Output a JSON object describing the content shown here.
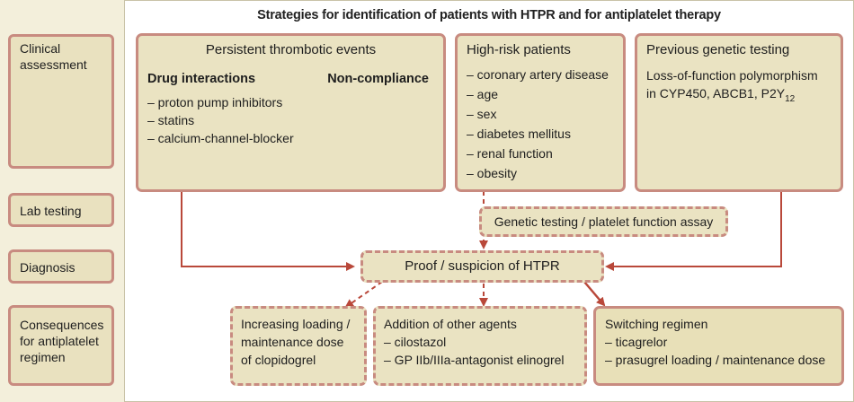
{
  "title": "Strategies for identification of patients with HTPR and for antiplatelet therapy",
  "sidebar": {
    "clinical_l1": "Clinical",
    "clinical_l2": "assessment",
    "lab": "Lab testing",
    "diagnosis": "Diagnosis",
    "consequences_l1": "Consequences",
    "consequences_l2": "for antiplatelet",
    "consequences_l3": "regimen"
  },
  "thrombotic": {
    "heading": "Persistent thrombotic events",
    "drug_interactions": "Drug interactions",
    "non_compliance": "Non-compliance",
    "items": [
      "– proton pump inhibitors",
      "– statins",
      "– calcium-channel-blocker"
    ]
  },
  "high_risk": {
    "heading": "High-risk patients",
    "items": [
      "– coronary artery disease",
      "– age",
      "– sex",
      "– diabetes mellitus",
      "– renal function",
      "– obesity"
    ]
  },
  "genetic": {
    "heading": "Previous genetic testing",
    "line1": "Loss-of-function polymorphism",
    "line2": "in CYP450, ABCB1, P2Y",
    "line2_sub": "12"
  },
  "lab_box": "Genetic testing / platelet function assay",
  "proof": "Proof / suspicion of HTPR",
  "loading": {
    "l1": "Increasing loading /",
    "l2": "maintenance dose",
    "l3": "of clopidogrel"
  },
  "addition": {
    "heading": "Addition of other agents",
    "items": [
      "– cilostazol",
      "– GP IIb/IIIa-antagonist elinogrel"
    ]
  },
  "switching": {
    "heading": "Switching regimen",
    "items": [
      "– ticagrelor",
      "– prasugrel loading / maintenance dose"
    ]
  },
  "colors": {
    "box_fill": "#eae3c2",
    "border": "#c88b80",
    "arrow": "#b9483a",
    "grey_arrow": "#8a8a8a"
  }
}
